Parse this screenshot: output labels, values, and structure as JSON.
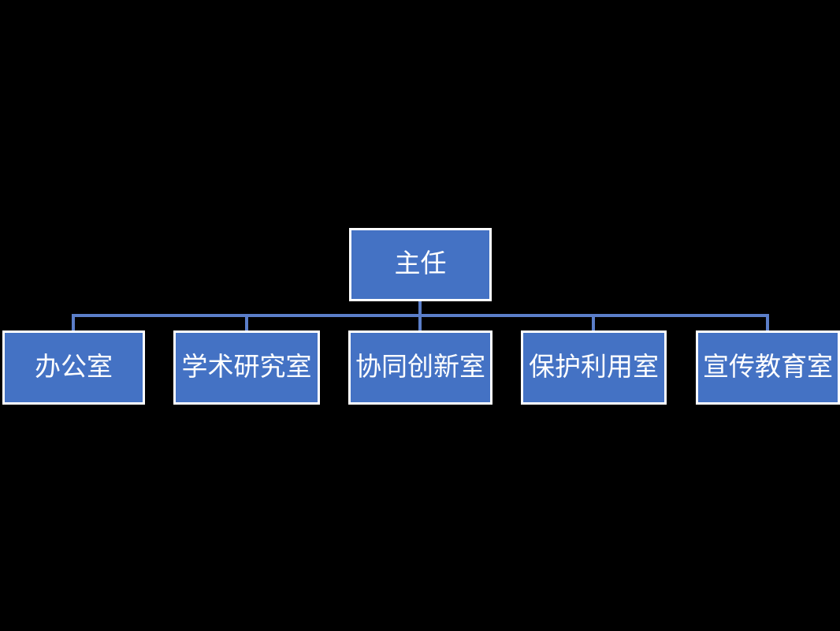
{
  "chart": {
    "type": "org-chart",
    "root": {
      "label": "主任"
    },
    "children": [
      {
        "label": "办公室"
      },
      {
        "label": "学术研究室"
      },
      {
        "label": "协同创新室"
      },
      {
        "label": "保护利用室"
      },
      {
        "label": "宣传教育室"
      }
    ],
    "colors": {
      "background": "#000000",
      "node_fill": "#4472C4",
      "node_border": "#FFFFFF",
      "node_text": "#FFFFFF",
      "connector": "#5B7EC9"
    }
  }
}
